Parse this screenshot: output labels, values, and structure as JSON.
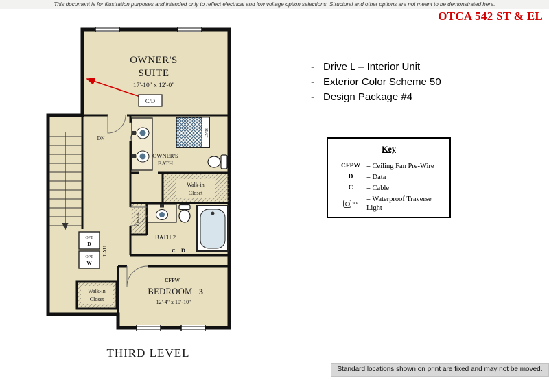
{
  "header": {
    "disclaimer": "This document is for illustration purposes and intended only to reflect electrical and low voltage option selections.  Structural and other options are not meant to be demonstrated here.",
    "plan_code": "OTCA 542 ST & EL"
  },
  "options": {
    "bullet": "-",
    "items": [
      "Drive L – Interior Unit",
      "Exterior Color Scheme 50",
      "Design Package #4"
    ]
  },
  "key_box": {
    "title": "Key",
    "entries": [
      {
        "symbol": "CFPW",
        "text": "= Ceiling Fan Pre-Wire"
      },
      {
        "symbol": "D",
        "text": "= Data"
      },
      {
        "symbol": "C",
        "text": "= Cable"
      },
      {
        "symbol": "WP",
        "text": "= Waterproof Traverse Light"
      }
    ]
  },
  "floor_plan": {
    "level_label": "THIRD LEVEL",
    "owners_suite": {
      "line1": "OWNER'S",
      "line2": "SUITE",
      "dims": "17'-10\" x 12'-0\""
    },
    "owners_bath": {
      "line1": "OWNER'S",
      "line2": "BATH"
    },
    "closet_upper": {
      "line1": "Walk-in",
      "line2": "Closet"
    },
    "closet_lower": {
      "line1": "Walk-in",
      "line2": "Closet"
    },
    "bath2_name": "BATH 2",
    "bedroom3": {
      "cfpw": "CFPW",
      "name": "BEDROOM",
      "number": "3",
      "dims": "12'-4\" x 10'-10\""
    },
    "labels": {
      "dn": "DN",
      "cd": "C/D",
      "seat": "SEAT",
      "linen": "LINEN",
      "lau": "LAU",
      "opt": "OPT",
      "opt_d": "D",
      "opt_w": "W",
      "c": "C",
      "d": "D"
    }
  },
  "footer": {
    "note": "Standard locations shown on print are fixed and may not be moved."
  },
  "colors": {
    "accent_red": "#d40000",
    "room_fill": "#e8dfbf",
    "hatch": "#9a9584",
    "footer_bg": "#d8d8d8"
  }
}
